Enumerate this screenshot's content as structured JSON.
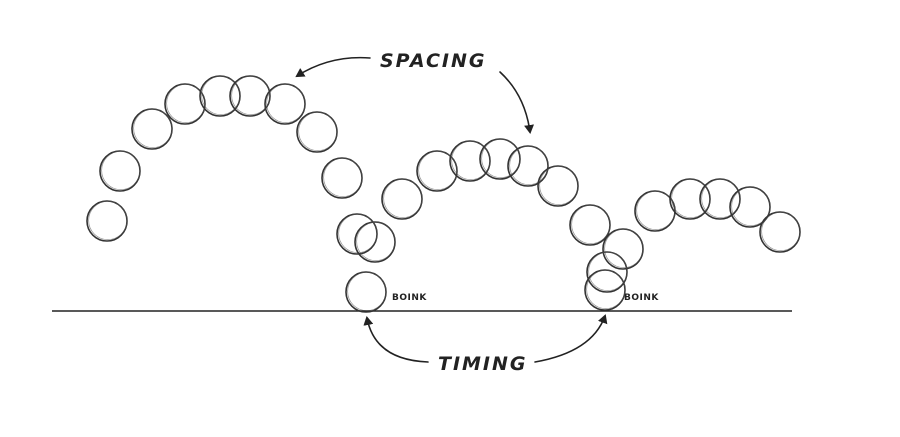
{
  "labels": {
    "spacing": "SPACING",
    "timing": "TIMING",
    "boink_1": "BOINK",
    "boink_2": "BOINK"
  },
  "colors": {
    "ink": "#222222",
    "background": "#ffffff"
  }
}
